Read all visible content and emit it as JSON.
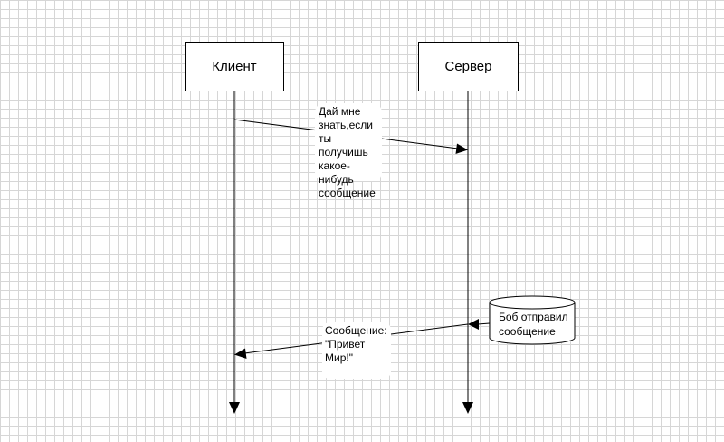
{
  "diagram": {
    "participants": [
      {
        "label": "Клиент"
      },
      {
        "label": "Сервер"
      }
    ],
    "messages": [
      {
        "from": "Клиент",
        "to": "Сервер",
        "text": "Дай мне\nзнать,если\nты получишь\nкакое-нибудь\nсообщение"
      },
      {
        "from": "Сервер",
        "to": "Клиент",
        "text": "Сообщение:\n\"Привет Мир!\""
      }
    ],
    "datastore": {
      "text": "Боб отправил\nсообщение"
    }
  }
}
